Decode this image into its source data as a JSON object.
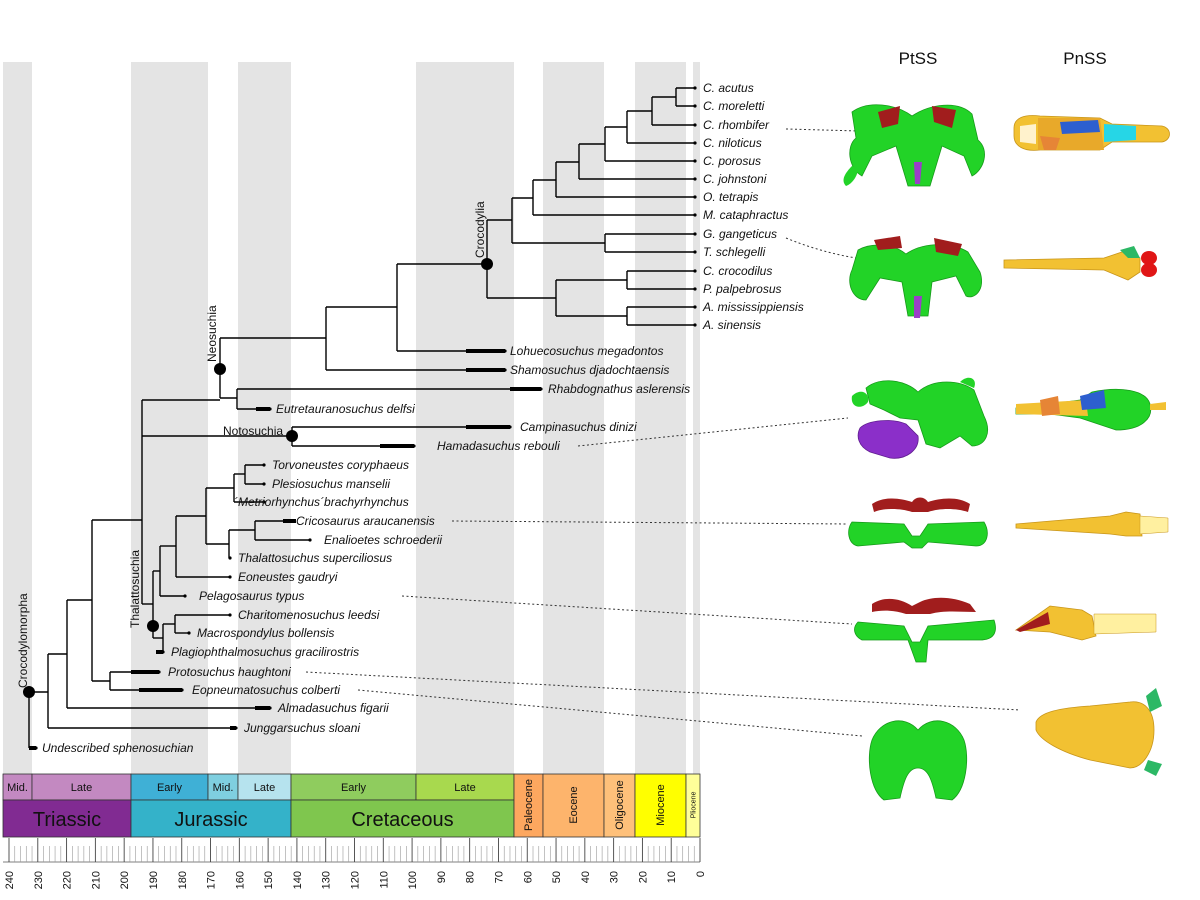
{
  "headers": {
    "ptss": "PtSS",
    "pnss": "PnSS"
  },
  "clades": {
    "crocodylomorpha": "Crocodylomorpha",
    "neosuchia": "Neosuchia",
    "crocodylia": "Crocodylia",
    "notosuchia": "Notosuchia",
    "thalattosuchia": "Thalattosuchia"
  },
  "taxa": [
    "C. acutus",
    "C. moreletti",
    "C. rhombifer",
    "C. niloticus",
    "C. porosus",
    "C. johnstoni",
    "O. tetrapis",
    "M. cataphractus",
    "G. gangeticus",
    "T. schlegelli",
    "C. crocodilus",
    "P. palpebrosus",
    "A. mississippiensis",
    "A. sinensis",
    "Lohuecosuchus megadontos",
    "Shamosuchus djadochtaensis",
    "Rhabdognathus aslerensis",
    "Eutretauranosuchus delfsi",
    "Campinasuchus dinizi",
    "Hamadasuchus rebouli",
    "Torvoneustes coryphaeus",
    "Plesiosuchus manselii",
    "´Metriorhynchus´brachyrhynchus",
    "Cricosaurus araucanensis",
    "Enalioetes schroederii",
    "Thalattosuchus superciliosus",
    "Eoneustes gaudryi",
    "Pelagosaurus typus",
    "Charitomenosuchus leedsi",
    "Macrospondylus bollensis",
    "Plagiophthalmosuchus gracilirostris",
    "Protosuchus haughtoni",
    "Eopneumatosuchus colberti",
    "Almadasuchus figarii",
    "Junggarsuchus sloani",
    "Undescribed  sphenosuchian"
  ],
  "timescale": {
    "epochs": [
      {
        "label": "Mid.",
        "color": "#c389c1"
      },
      {
        "label": "Late",
        "color": "#c389c1"
      },
      {
        "label": "Early",
        "color": "#3fb0d6"
      },
      {
        "label": "Mid.",
        "color": "#7fcfe0"
      },
      {
        "label": "Late",
        "color": "#b6e3ee"
      },
      {
        "label": "Early",
        "color": "#8fcc5e"
      },
      {
        "label": "Late",
        "color": "#a8d94e"
      }
    ],
    "periods": [
      {
        "label": "Triassic",
        "color": "#812b92"
      },
      {
        "label": "Jurassic",
        "color": "#34b2c9"
      },
      {
        "label": "Cretaceous",
        "color": "#7fc64e"
      }
    ],
    "cenozoic": [
      {
        "label": "Paleocene",
        "color": "#fda75f"
      },
      {
        "label": "Eocene",
        "color": "#fdb46c"
      },
      {
        "label": "Oligocene",
        "color": "#fec07a"
      },
      {
        "label": "Miocene",
        "color": "#ffff00"
      },
      {
        "label": "Pliocene",
        "color": "#ffff99"
      }
    ],
    "tick_labels": [
      "240",
      "230",
      "220",
      "210",
      "200",
      "190",
      "180",
      "170",
      "160",
      "150",
      "140",
      "130",
      "120",
      "110",
      "100",
      "90",
      "80",
      "70",
      "60",
      "50",
      "40",
      "30",
      "20",
      "10",
      "0"
    ]
  }
}
